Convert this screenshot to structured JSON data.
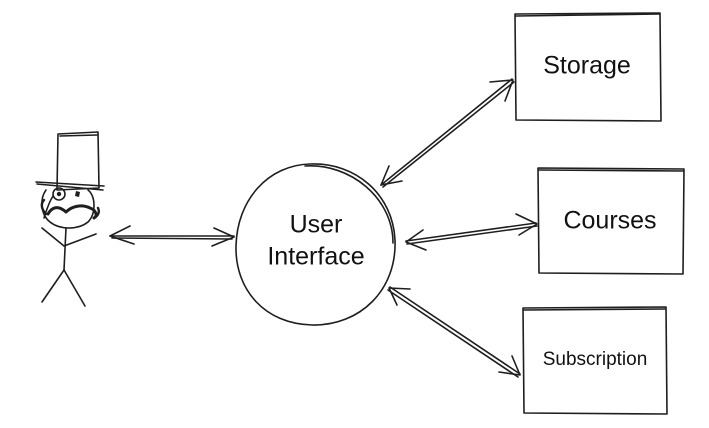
{
  "diagram": {
    "nodes": {
      "ui": {
        "line1": "User",
        "line2": "Interface"
      },
      "storage": {
        "label": "Storage"
      },
      "courses": {
        "label": "Courses"
      },
      "subscription": {
        "label": "Subscription"
      }
    },
    "actor": {
      "icon": "stick-figure-top-hat-icon"
    },
    "connections": [
      {
        "from": "actor",
        "to": "ui",
        "type": "bidirectional"
      },
      {
        "from": "ui",
        "to": "storage",
        "type": "bidirectional"
      },
      {
        "from": "ui",
        "to": "courses",
        "type": "bidirectional"
      },
      {
        "from": "ui",
        "to": "subscription",
        "type": "bidirectional"
      }
    ],
    "colors": {
      "stroke": "#1e1e1e",
      "background": "#ffffff"
    }
  }
}
